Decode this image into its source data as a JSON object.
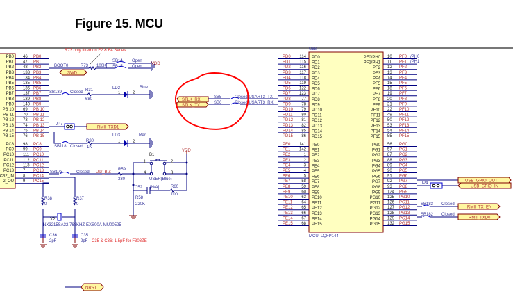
{
  "title": "Figure 15. MCU",
  "left_block": {
    "pins": [
      {
        "box": "PB0",
        "num": "46",
        "net": "PB0"
      },
      {
        "box": "PB1",
        "num": "47",
        "net": "PB1"
      },
      {
        "box": "PB2",
        "num": "48",
        "net": "PB2"
      },
      {
        "box": "PB3",
        "num": "133",
        "net": "PB3"
      },
      {
        "box": "PB4",
        "num": "134",
        "net": "PB4"
      },
      {
        "box": "PB5",
        "num": "135",
        "net": "PB5"
      },
      {
        "box": "PB6",
        "num": "136",
        "net": "PB6"
      },
      {
        "box": "PB7",
        "num": "137",
        "net": "PB7"
      },
      {
        "box": "PB8",
        "num": "139",
        "net": "PB8"
      },
      {
        "box": "PB9",
        "num": "140",
        "net": "PB9"
      },
      {
        "box": "PB 10",
        "num": "69",
        "net": "PB 10"
      },
      {
        "box": "PB 11",
        "num": "70",
        "net": "PB 11"
      },
      {
        "box": "PB 12",
        "num": "73",
        "net": "PB 12"
      },
      {
        "box": "PB 13",
        "num": "74",
        "net": "PB 13"
      },
      {
        "box": "PB 14",
        "num": "75",
        "net": "PB 14"
      },
      {
        "box": "PB 15",
        "num": "76",
        "net": "PB 15"
      },
      {
        "box": "PC8",
        "num": "98",
        "net": "PC8"
      },
      {
        "box": "PC9",
        "num": "99",
        "net": "PC9"
      },
      {
        "box": "PC10",
        "num": "111",
        "net": "PC10"
      },
      {
        "box": "PC11",
        "num": "112",
        "net": "PC11"
      },
      {
        "box": "PC12",
        "num": "113",
        "net": "PC12"
      },
      {
        "box": "PC13",
        "num": "7",
        "net": "PC13"
      },
      {
        "box": "C32_IN",
        "num": "8",
        "net": "PC14"
      },
      {
        "box": "2_OU",
        "num": "9",
        "net": "PC15"
      }
    ]
  },
  "u8": {
    "ref": "U88",
    "part": "MCU_LQFP144",
    "left_pins": [
      {
        "net": "PD0",
        "num": "114",
        "pin": "PD0"
      },
      {
        "net": "PD1",
        "num": "115",
        "pin": "PD1"
      },
      {
        "net": "PD2",
        "num": "116",
        "pin": "PD2"
      },
      {
        "net": "PD3",
        "num": "117",
        "pin": "PD3"
      },
      {
        "net": "PD4",
        "num": "118",
        "pin": "PD4"
      },
      {
        "net": "PD5",
        "num": "119",
        "pin": "PD5"
      },
      {
        "net": "PD6",
        "num": "122",
        "pin": "PD6"
      },
      {
        "net": "PD7",
        "num": "123",
        "pin": "PD7"
      },
      {
        "net": "PD8",
        "num": "77",
        "pin": "PD8"
      },
      {
        "net": "PD9",
        "num": "78",
        "pin": "PD9"
      },
      {
        "net": "PD10",
        "num": "79",
        "pin": "PD10"
      },
      {
        "net": "PD11",
        "num": "80",
        "pin": "PD11"
      },
      {
        "net": "PD12",
        "num": "81",
        "pin": "PD12"
      },
      {
        "net": "PD13",
        "num": "82",
        "pin": "PD13"
      },
      {
        "net": "PD14",
        "num": "85",
        "pin": "PD14"
      },
      {
        "net": "PD15",
        "num": "86",
        "pin": "PD15"
      },
      {
        "net": "PE0",
        "num": "141",
        "pin": "PE0"
      },
      {
        "net": "PE1",
        "num": "142",
        "pin": "PE1"
      },
      {
        "net": "PE2",
        "num": "1",
        "pin": "PE2"
      },
      {
        "net": "PE3",
        "num": "2",
        "pin": "PE3"
      },
      {
        "net": "PE4",
        "num": "3",
        "pin": "PE4"
      },
      {
        "net": "PE5",
        "num": "4",
        "pin": "PE5"
      },
      {
        "net": "PE6",
        "num": "5",
        "pin": "PE6"
      },
      {
        "net": "PE7",
        "num": "58",
        "pin": "PE7"
      },
      {
        "net": "PE8",
        "num": "59",
        "pin": "PE8"
      },
      {
        "net": "PE9",
        "num": "60",
        "pin": "PE9"
      },
      {
        "net": "PE10",
        "num": "63",
        "pin": "PE10"
      },
      {
        "net": "PE11",
        "num": "64",
        "pin": "PE11"
      },
      {
        "net": "PE12",
        "num": "65",
        "pin": "PE12"
      },
      {
        "net": "PE13",
        "num": "66",
        "pin": "PE13"
      },
      {
        "net": "PE14",
        "num": "67",
        "pin": "PE14"
      },
      {
        "net": "PE15",
        "num": "68",
        "pin": "PE15"
      }
    ],
    "right_pins": [
      {
        "pin": "PF0/PH0",
        "num": "10",
        "net": "PF0"
      },
      {
        "pin": "PF1/PH1",
        "num": "11",
        "net": "PF1"
      },
      {
        "pin": "PF2",
        "num": "12",
        "net": "PF2"
      },
      {
        "pin": "PF3",
        "num": "13",
        "net": "PF3"
      },
      {
        "pin": "PF4",
        "num": "14",
        "net": "PF4"
      },
      {
        "pin": "PF5",
        "num": "15",
        "net": "PF5"
      },
      {
        "pin": "PF6",
        "num": "18",
        "net": "PF6"
      },
      {
        "pin": "PF7",
        "num": "19",
        "net": "PF7"
      },
      {
        "pin": "PF8",
        "num": "20",
        "net": "PF8"
      },
      {
        "pin": "PF9",
        "num": "21",
        "net": "PF9"
      },
      {
        "pin": "PF10",
        "num": "22",
        "net": "PF10"
      },
      {
        "pin": "PF11",
        "num": "49",
        "net": "PF11"
      },
      {
        "pin": "PF12",
        "num": "50",
        "net": "PF12"
      },
      {
        "pin": "PF13",
        "num": "53",
        "net": "PF13"
      },
      {
        "pin": "PF14",
        "num": "54",
        "net": "PF14"
      },
      {
        "pin": "PF15",
        "num": "55",
        "net": "PF15"
      },
      {
        "pin": "PG0",
        "num": "56",
        "net": "PG0"
      },
      {
        "pin": "PG1",
        "num": "57",
        "net": "PG1"
      },
      {
        "pin": "PG2",
        "num": "87",
        "net": "PG2"
      },
      {
        "pin": "PG3",
        "num": "88",
        "net": "PG3"
      },
      {
        "pin": "PG4",
        "num": "89",
        "net": "PG4"
      },
      {
        "pin": "PG5",
        "num": "90",
        "net": "PG5"
      },
      {
        "pin": "PG6",
        "num": "91",
        "net": "PG6"
      },
      {
        "pin": "PG7",
        "num": "92",
        "net": "PG7"
      },
      {
        "pin": "PG8",
        "num": "93",
        "net": "PG8"
      },
      {
        "pin": "PG9",
        "num": "124",
        "net": "PG9"
      },
      {
        "pin": "PG10",
        "num": "125",
        "net": "PG10"
      },
      {
        "pin": "PG11",
        "num": "126",
        "net": "PG11"
      },
      {
        "pin": "PG12",
        "num": "127",
        "net": "PG12"
      },
      {
        "pin": "PG13",
        "num": "128",
        "net": "PG13"
      },
      {
        "pin": "PG14",
        "num": "129",
        "net": "PG14"
      },
      {
        "pin": "PG15",
        "num": "132",
        "net": "PG15"
      }
    ],
    "ph0_alias": "/PH0",
    "ph1_alias": "/PH1"
  },
  "notes": {
    "r73_note": "R73 only fitted on F2 & F4 Series",
    "cap_note": "C35 & C36: 1.5pF for F303ZE"
  },
  "boot": {
    "net": "BOOT0",
    "r_ref": "R73",
    "r_val": "100K",
    "sb14": "SB14",
    "sb15": "SB15",
    "open1": "Open",
    "open2": "Open",
    "vdd": "VDD"
  },
  "nets": {
    "swd": "SWD",
    "rmii_txd1": "RMII_TXD1",
    "stlk_rx": "STLK_RX",
    "stlk_tx": "STLK_TX",
    "usb_gpio_out": "USB_GPIO_OUT",
    "usb_gpio_in": "USB_GPIO_IN",
    "rmii_tx_en": "RMII_TX_EN",
    "rmii_txd0": "RMII_TXD0",
    "nrst": "NRST",
    "usr_but": "Usr_But"
  },
  "ld2": {
    "sb": "SB139",
    "state": "Closed",
    "r_ref": "R31",
    "r_val": "680",
    "ref": "LD2",
    "pin1": "1",
    "pin2": "2",
    "color": "Blue"
  },
  "ld3": {
    "sb": "SB118",
    "state": "Closed",
    "r_ref": "R30",
    "r_val": "1K",
    "ref": "LD3",
    "pin1": "1",
    "pin2": "2",
    "color": "Red"
  },
  "jp7": "JP7",
  "user_button": {
    "sb": "SB173",
    "state": "Closed",
    "r59": "R59",
    "r59_val": "330",
    "b1": "B1",
    "p1": "1",
    "p2": "2",
    "p3": "3",
    "p4": "4",
    "label": "USER(Blue)",
    "vdd": "VDD",
    "c52": "C52",
    "c52_val": "[N/A]",
    "r60": "R60",
    "r60_val": "100",
    "r58": "R58",
    "r58_val": "220K"
  },
  "osc": {
    "r38": "R38",
    "r38_val": "0",
    "r37": "R37",
    "r37_val": "0",
    "x2": "X2",
    "x2_part": "NX3215SA32.768KHZ-EXS00A-MU00525",
    "c36": "C36",
    "c36_val": "2pF",
    "c35": "C35",
    "c35_val": "2pF"
  },
  "usart": {
    "sb_a": "SB5",
    "sb_b": "SB6",
    "rx_line": "Closed USART3_TX",
    "tx_line": "Closed USART3_RX"
  },
  "jp4": "JP4",
  "rmii": {
    "sb183": "SB183",
    "sb183_state": "Closed",
    "sb182": "SB182",
    "sb182_state": "Closed"
  },
  "colors": {
    "wire": "#000080",
    "net_fill": "#fff7a0",
    "chip_fill": "#ffffc0",
    "highlight_circle": "#ff0000"
  }
}
